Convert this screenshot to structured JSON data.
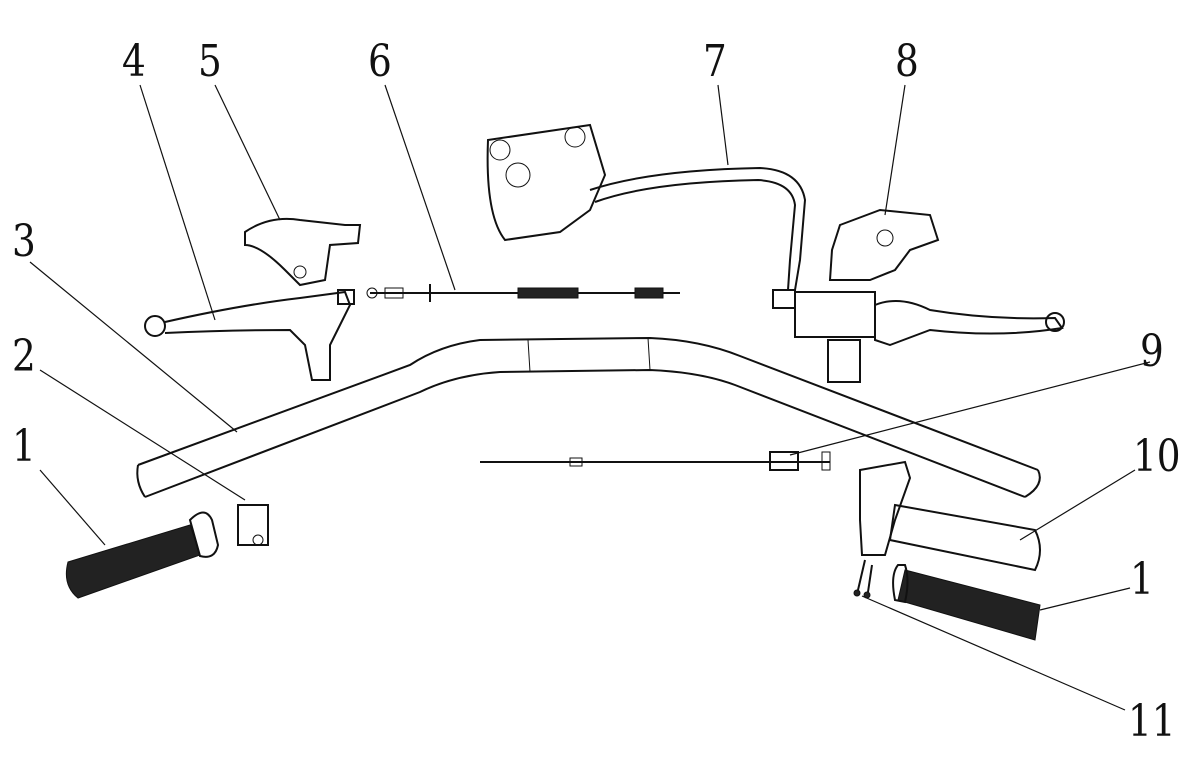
{
  "diagram": {
    "type": "exploded-parts-diagram",
    "callouts": [
      {
        "id": "c1a",
        "label": "1"
      },
      {
        "id": "c2",
        "label": "2"
      },
      {
        "id": "c3",
        "label": "3"
      },
      {
        "id": "c4",
        "label": "4"
      },
      {
        "id": "c5",
        "label": "5"
      },
      {
        "id": "c6",
        "label": "6"
      },
      {
        "id": "c7",
        "label": "7"
      },
      {
        "id": "c8",
        "label": "8"
      },
      {
        "id": "c9",
        "label": "9"
      },
      {
        "id": "c10",
        "label": "10"
      },
      {
        "id": "c1b",
        "label": "1"
      },
      {
        "id": "c11",
        "label": "11"
      }
    ]
  }
}
